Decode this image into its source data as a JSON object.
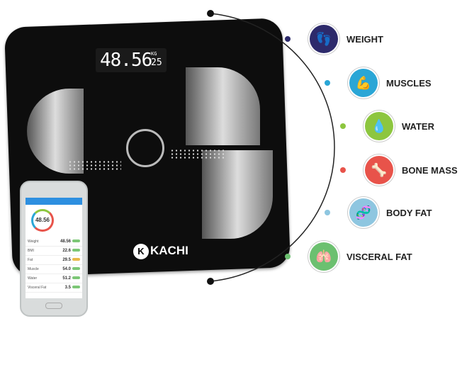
{
  "scale": {
    "weight_display": "48.56",
    "unit": "KG",
    "small_display": "25",
    "brand": "KACHI"
  },
  "phone": {
    "gauge_value": "48.56",
    "rows": [
      {
        "label": "Weight",
        "value": "48.56",
        "status": "green"
      },
      {
        "label": "BMI",
        "value": "22.6",
        "status": "green"
      },
      {
        "label": "Fat",
        "value": "29.5",
        "status": "yellow"
      },
      {
        "label": "Muscle",
        "value": "54.0",
        "status": "green"
      },
      {
        "label": "Water",
        "value": "51.2",
        "status": "green"
      },
      {
        "label": "Visceral Fat",
        "value": "3.5",
        "status": "green"
      }
    ]
  },
  "metrics": [
    {
      "label": "WEIGHT",
      "icon": "footprints-icon",
      "color": "#2d2a6b"
    },
    {
      "label": "MUSCLES",
      "icon": "flexed-arm-icon",
      "color": "#2aa6d6"
    },
    {
      "label": "WATER",
      "icon": "water-drop-icon",
      "color": "#8dc63f"
    },
    {
      "label": "BONE MASS",
      "icon": "bone-icon",
      "color": "#e8534a"
    },
    {
      "label": "BODY FAT",
      "icon": "dna-icon",
      "color": "#8ec6e0"
    },
    {
      "label": "VISCERAL FAT",
      "icon": "lungs-icon",
      "color": "#6cc070"
    }
  ]
}
